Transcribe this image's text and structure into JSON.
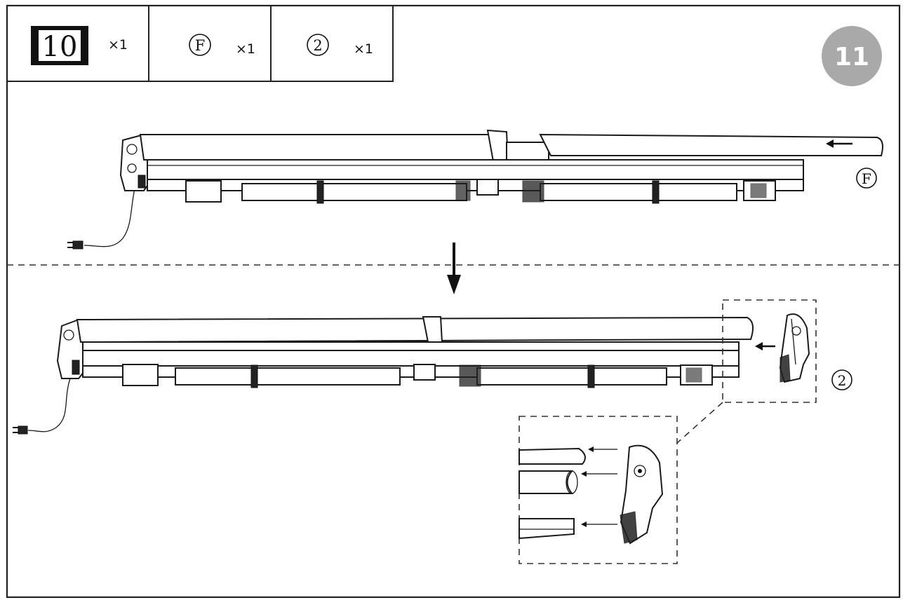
{
  "parts_table": [
    {
      "part_label": "10",
      "quantity": "×1",
      "style": "boxed"
    },
    {
      "part_label": "F",
      "quantity": "×1",
      "style": "circled"
    },
    {
      "part_label": "2",
      "quantity": "×1",
      "style": "circled"
    }
  ],
  "step_number": "11",
  "callouts": {
    "top_part": "F",
    "bottom_part": "2"
  },
  "colors": {
    "line": "#1a1a1a",
    "step_badge": "#a9a9a9",
    "background": "#ffffff"
  },
  "icons": [
    "power-plug-icon",
    "direction-arrow-icon",
    "end-cap-icon"
  ]
}
